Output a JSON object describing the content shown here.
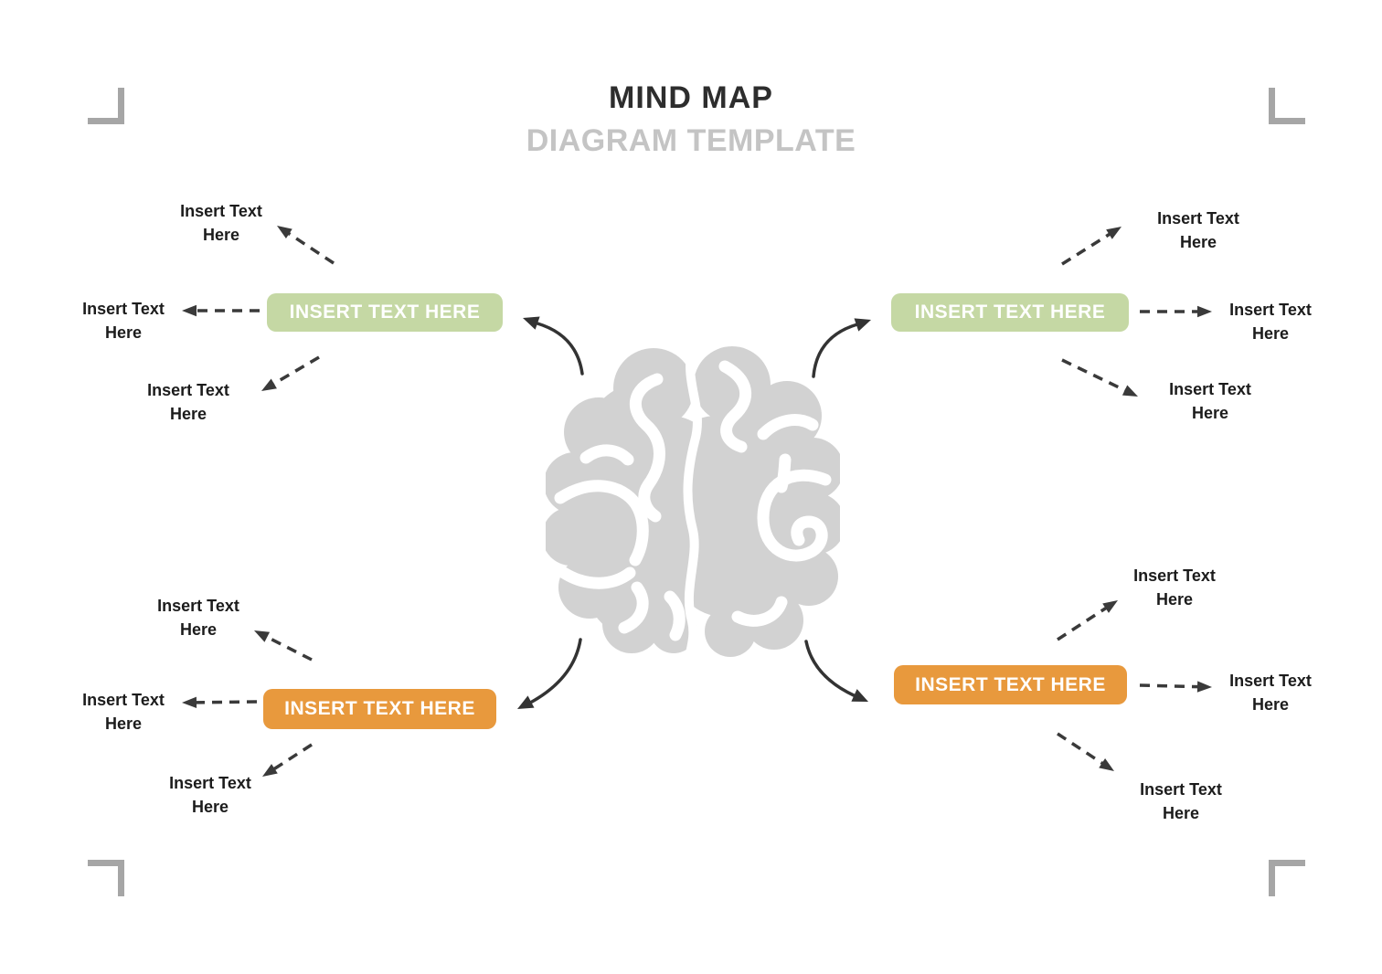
{
  "title": "MIND MAP",
  "subtitle": "DIAGRAM TEMPLATE",
  "center_icon": "brain-icon",
  "colors": {
    "branch_green": "#c5d8a4",
    "branch_orange": "#e8993d",
    "brain_gray": "#d2d2d2",
    "title_dark": "#2d2d2d",
    "subtitle_gray": "#c4c4c4",
    "arrow_dark": "#3a3a3a",
    "corner_mark_gray": "#a6a6a6"
  },
  "branches": [
    {
      "position": "top-left",
      "color": "green",
      "box_label": "INSERT TEXT HERE",
      "children": [
        "Insert Text Here",
        "Insert Text Here",
        "Insert Text Here"
      ]
    },
    {
      "position": "top-right",
      "color": "green",
      "box_label": "INSERT TEXT HERE",
      "children": [
        "Insert Text Here",
        "Insert Text Here",
        "Insert Text Here"
      ]
    },
    {
      "position": "bottom-left",
      "color": "orange",
      "box_label": "INSERT TEXT HERE",
      "children": [
        "Insert Text Here",
        "Insert Text Here",
        "Insert Text Here"
      ]
    },
    {
      "position": "bottom-right",
      "color": "orange",
      "box_label": "INSERT TEXT HERE",
      "children": [
        "Insert Text Here",
        "Insert Text Here",
        "Insert Text Here"
      ]
    }
  ]
}
